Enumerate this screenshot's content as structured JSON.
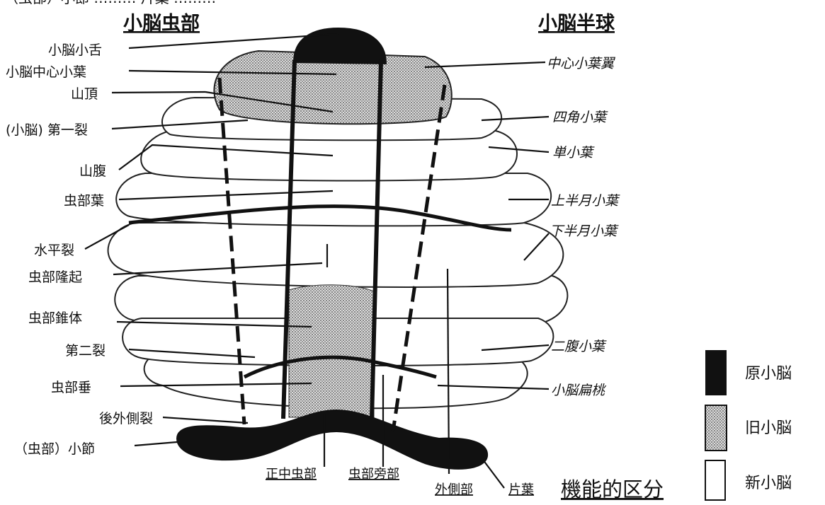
{
  "top_line": "（虫部）小節 ……… 片葉 ………",
  "headings": {
    "vermis": "小脳虫部",
    "hemisphere": "小脳半球"
  },
  "left_labels": [
    "小脳小舌",
    "小脳中心小葉",
    "山頂",
    "(小脳) 第一裂",
    "山腹",
    "虫部葉",
    "水平裂",
    "虫部隆起",
    "虫部錐体",
    "第二裂",
    "虫部垂",
    "後外側裂",
    "（虫部）小節"
  ],
  "right_labels": [
    "中心小葉翼",
    "四角小葉",
    "単小葉",
    "上半月小葉",
    "下半月小葉",
    "二腹小葉",
    "小脳扁桃"
  ],
  "bottom_labels": [
    "正中虫部",
    "虫部旁部",
    "外側部",
    "片葉"
  ],
  "title": "機能的区分",
  "legend": [
    {
      "label": "原小脳",
      "style": "black"
    },
    {
      "label": "旧小脳",
      "style": "dotted"
    },
    {
      "label": "新小脳",
      "style": "white"
    }
  ],
  "colors": {
    "black": "#111111",
    "stipple_bg": "#d8d8d8",
    "outline": "#222222"
  }
}
